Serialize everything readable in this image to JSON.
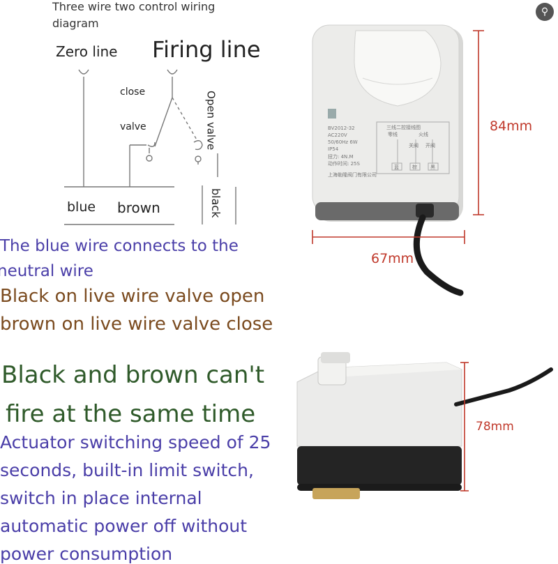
{
  "diagram": {
    "title_line1": "Three wire two control wiring",
    "title_line2": "diagram",
    "zero_line": "Zero line",
    "firing_line": "Firing line",
    "close": "close",
    "valve": "valve",
    "open_valve": "Open valve",
    "wire_blue": "blue",
    "wire_brown": "brown",
    "wire_black": "black"
  },
  "description": {
    "line1": "The blue wire connects to the",
    "line2": "neutral wire",
    "line3": "Black on live wire valve open",
    "line4": "brown on live wire valve close",
    "line5": "Black and brown can't",
    "line6": "fire at the same time",
    "line7": "Actuator switching speed of 25",
    "line8": "seconds, built-in limit switch,",
    "line9": "switch in place internal",
    "line10": "automatic power off without",
    "line11": "power consumption"
  },
  "dimensions": {
    "height_top": "84mm",
    "width_top": "67mm",
    "height_bottom": "78mm"
  },
  "label_plate": {
    "model": "BV2012-32",
    "voltage": "AC220V",
    "freq_power": "50/60Hz  6W",
    "ip": "IP54",
    "torque": "扭力: 4N.M",
    "time": "动作时间: 25S",
    "maker": "上海勒隆阀门有限公司",
    "diagram_title": "三线二控接线图",
    "zero": "零线",
    "fire": "火线",
    "close_valve": "关阀",
    "open_valve": "开阀",
    "blue": "蓝",
    "brown": "棕",
    "black": "黑"
  },
  "icons": {
    "lens": "lens-icon"
  },
  "colors": {
    "purple_text": "#4a3ea8",
    "brown_text": "#7a4a1e",
    "green_text": "#2f5a2a",
    "dimension": "#c0392b"
  }
}
